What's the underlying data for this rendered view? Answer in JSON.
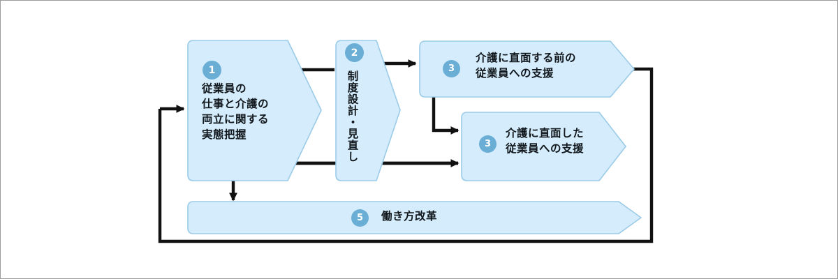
{
  "diagram": {
    "title": "",
    "colors": {
      "node_fill": "#d4ecfb",
      "node_stroke": "#9ccbe8",
      "badge_fill": "#6aaed6",
      "badge_text": "#ffffff",
      "connector": "#111111",
      "label_text": "#11171c",
      "frame_border": "#9b9b9b",
      "background": "#ffffff"
    },
    "nodes": [
      {
        "id": "node-employee-survey",
        "badge": "1",
        "shape": "chevron-right",
        "orientation": "horizontal",
        "lines": [
          "従業員の",
          "仕事と介護の",
          "両立に関する",
          "実態把握"
        ],
        "text": "従業員の\n仕事と介護の\n両立に関する\n実態把握"
      },
      {
        "id": "node-system-design",
        "badge": "2",
        "shape": "chevron-right",
        "orientation": "vertical",
        "lines": [
          "制度設計・見直し"
        ],
        "text": "制度設計・見直し"
      },
      {
        "id": "node-support-before",
        "badge": "3",
        "shape": "chevron-right",
        "orientation": "horizontal",
        "lines": [
          "介護に直面する前の",
          "従業員への支援"
        ],
        "text": "介護に直面する前の\n従業員への支援"
      },
      {
        "id": "node-support-after",
        "badge": "3",
        "shape": "chevron-right",
        "orientation": "horizontal",
        "lines": [
          "介護に直面した",
          "従業員への支援"
        ],
        "text": "介護に直面した\n従業員への支援"
      },
      {
        "id": "node-work-style-reform",
        "badge": "5",
        "shape": "chevron-right",
        "orientation": "horizontal",
        "lines": [
          "働き方改革"
        ],
        "text": "働き方改革"
      }
    ],
    "connectors": [
      {
        "id": "conn-box1-to-box2-top",
        "from": "node-employee-survey",
        "to": "node-system-design",
        "style": "arrow"
      },
      {
        "id": "conn-box1-to-support-after",
        "from": "node-employee-survey",
        "to": "node-support-after",
        "style": "arrow"
      },
      {
        "id": "conn-box2-to-support-before",
        "from": "node-system-design",
        "to": "node-support-before",
        "style": "arrow"
      },
      {
        "id": "conn-support-before-to-support-after",
        "from": "node-support-before",
        "to": "node-support-after",
        "style": "elbow-arrow"
      },
      {
        "id": "conn-box1-to-work-style",
        "from": "node-employee-survey",
        "to": "node-work-style-reform",
        "style": "arrow-down"
      },
      {
        "id": "conn-feedback-loop",
        "from": "node-support-before",
        "to": "node-employee-survey",
        "style": "loop-arrow"
      }
    ]
  }
}
